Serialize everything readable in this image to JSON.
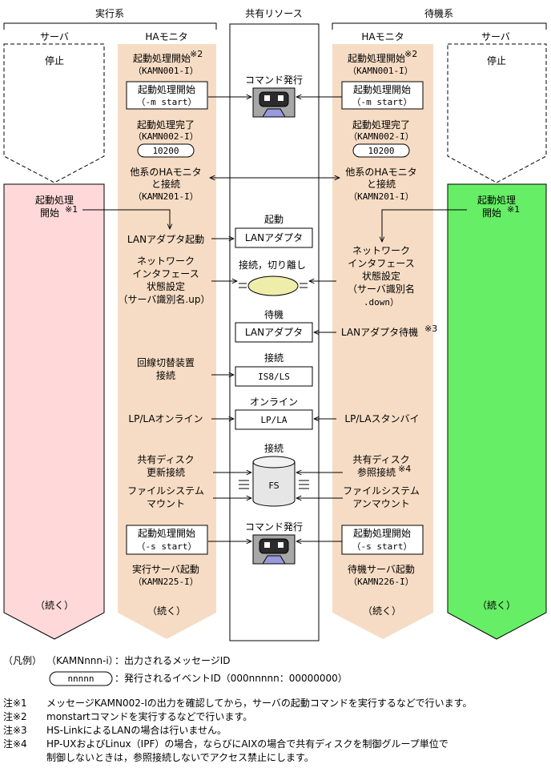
{
  "headers": {
    "active": "実行系",
    "shared": "共有リソース",
    "standby": "待機系",
    "server_left": "サーバ",
    "ha_left": "HAモニタ",
    "ha_right": "HAモニタ",
    "server_right": "サーバ"
  },
  "server_left": {
    "status": "停止",
    "start_line1": "起動処理",
    "start_line2": "開始",
    "start_note": "※1",
    "cont": "（続く）"
  },
  "server_right": {
    "status": "停止",
    "start_line1": "起動処理",
    "start_line2": "開始",
    "start_note": "※1",
    "cont": "（続く）"
  },
  "ha_left": {
    "s1_line1": "起動処理開始",
    "s1_note": "※2",
    "s1_line2": "（KAMN001-I）",
    "box1_line1": "起動処理開始",
    "box1_line2": "（-m start）",
    "s2_line1": "起動処理完了",
    "s2_line2": "（KAMN002-I）",
    "event1": "10200",
    "s3_line1": "他系のHAモニタ",
    "s3_line2": "と接続",
    "s3_line3": "（KAMN201-I）",
    "lan": "LANアダプタ起動",
    "net_line1": "ネットワーク",
    "net_line2": "インタフェース",
    "net_line3": "状態設定",
    "net_line4": "（サーバ識別名.up）",
    "line_line1": "回線切替装置",
    "line_line2": "接続",
    "lpla": "LP/LAオンライン",
    "disk_line1": "共有ディスク",
    "disk_line2": "更新接続",
    "fs_line1": "ファイルシステム",
    "fs_line2": "マウント",
    "box2_line1": "起動処理開始",
    "box2_line2": "（-s start）",
    "s4_line1": "実行サーバ起動",
    "s4_line2": "（KAMN225-I）",
    "cont": "（続く）"
  },
  "ha_right": {
    "s1_line1": "起動処理開始",
    "s1_note": "※2",
    "s1_line2": "（KAMN001-I）",
    "box1_line1": "起動処理開始",
    "box1_line2": "（-m start）",
    "s2_line1": "起動処理完了",
    "s2_line2": "（KAMN002-I）",
    "event1": "10200",
    "s3_line1": "他系のHAモニタ",
    "s3_line2": "と接続",
    "s3_line3": "（KAMN201-I）",
    "net_line1": "ネットワーク",
    "net_line2": "インタフェース",
    "net_line3": "状態設定",
    "net_line4": "（サーバ識別名",
    "net_line5": ".down）",
    "lan": "LANアダプタ待機",
    "lan_note": "※3",
    "lpla": "LP/LAスタンバイ",
    "disk_line1": "共有ディスク",
    "disk_line2": "参照接続",
    "disk_note": "※4",
    "fs_line1": "ファイルシステム",
    "fs_line2": "アンマウント",
    "box2_line1": "起動処理開始",
    "box2_line2": "（-s start）",
    "s4_line1": "待機サーバ起動",
    "s4_line2": "（KAMN226-I）",
    "cont": "（続く）"
  },
  "shared": {
    "cmd1": "コマンド発行",
    "lan_start_label": "起動",
    "lan_box": "LANアダプタ",
    "connect_label": "接続，切り離し",
    "standby_label": "待機",
    "lan_box2": "LANアダプタ",
    "isls_label": "接続",
    "isls_box": "IS8/LS",
    "online_label": "オンライン",
    "lpla_box": "LP/LA",
    "disk_label": "接続",
    "fs": "FS",
    "cmd2": "コマンド発行"
  },
  "legend": {
    "title": "（凡例）",
    "msg_sample": "（KAMNnnn-i）",
    "msg_desc": "：出力されるメッセージID",
    "event_sample": "nnnnn",
    "event_desc": "：発行されるイベントID（000nnnnn：00000000）"
  },
  "notes": [
    {
      "mark": "注※1",
      "text": "メッセージKAMN002-Iの出力を確認してから，サーバの起動コマンドを実行するなどで行います。"
    },
    {
      "mark": "注※2",
      "text": "monstartコマンドを実行するなどで行います。"
    },
    {
      "mark": "注※3",
      "text": "HS-LinkによるLANの場合は行いません。"
    },
    {
      "mark": "注※4",
      "text": "HP-UXおよびLinux（IPF）の場合，ならびにAIXの場合で共有ディスクを制御グループ単位で"
    },
    {
      "mark": "",
      "text": "制御しないときは，参照接続しないでアクセス禁止にします。"
    }
  ],
  "colors": {
    "ha_fill": "#f6dcc4",
    "left_server_fill": "#ffd9d9",
    "right_server_fill": "#66ee66",
    "event_fill": "#ffffff",
    "fs_fill": "#e6e6e6",
    "ellipse_fill": "#eeeeaa",
    "cmd_icon_fill": "#a7a7a7",
    "cmd_icon_screen": "#9999dd"
  }
}
